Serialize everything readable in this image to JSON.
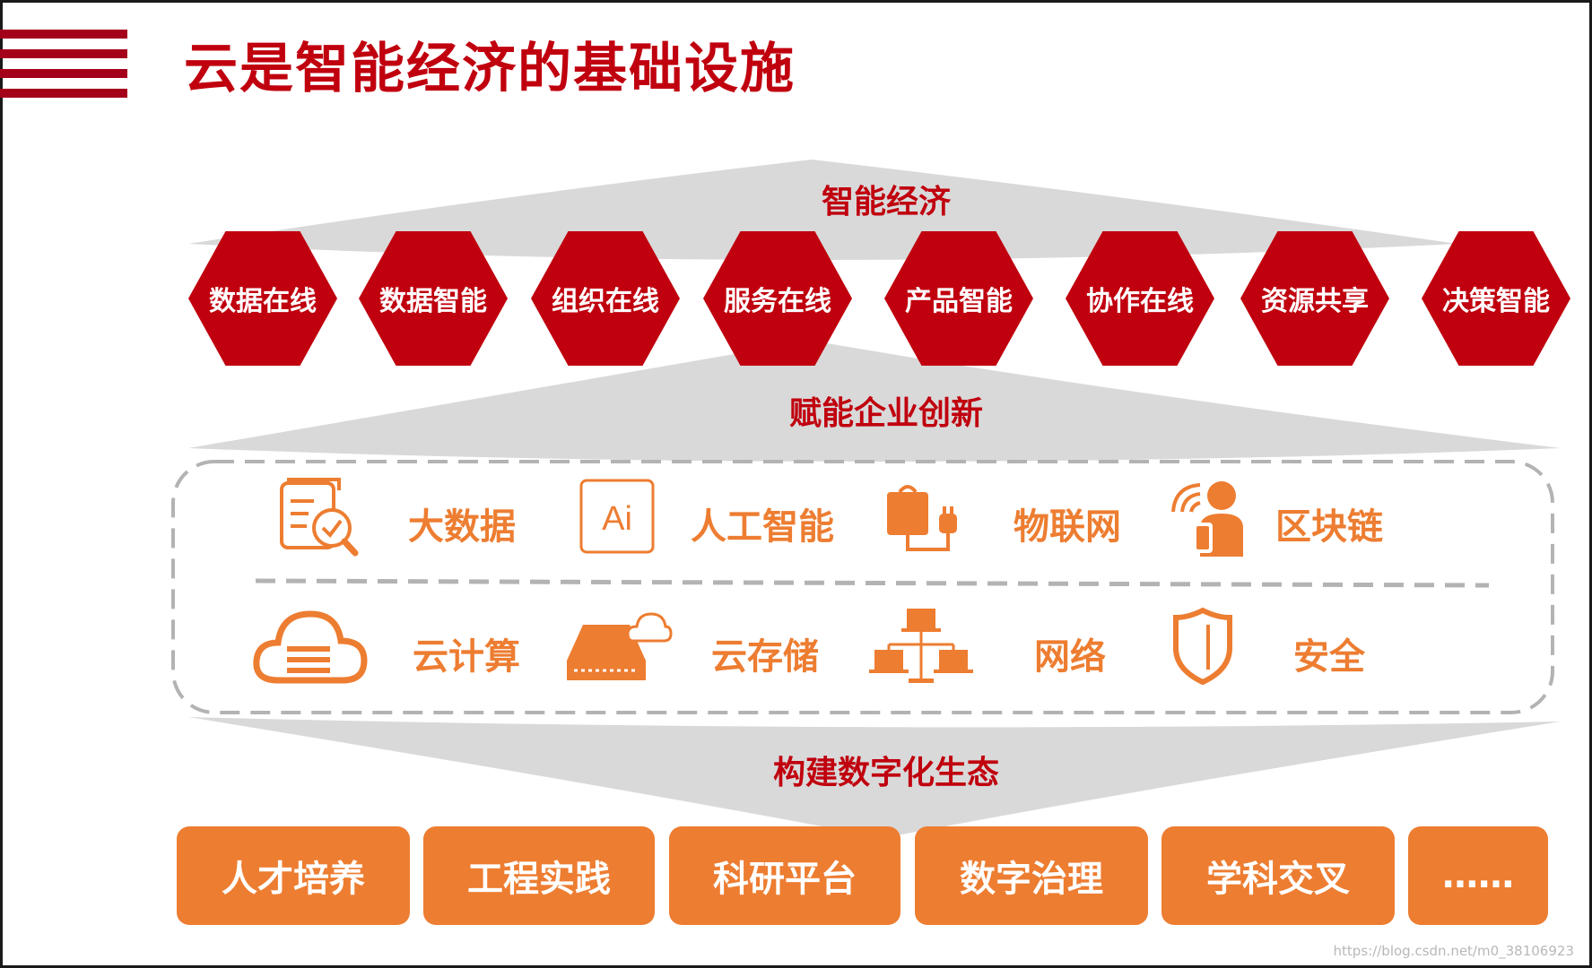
{
  "title": "云是智能经济的基础设施",
  "bands": {
    "top": "智能经济",
    "middle": "赋能企业创新",
    "bottom": "构建数字化生态"
  },
  "hexagons": [
    "数据在线",
    "数据智能",
    "组织在线",
    "服务在线",
    "产品智能",
    "协作在线",
    "资源共享",
    "决策智能"
  ],
  "tech_row1": [
    {
      "label": "大数据",
      "icon": "document-search-icon"
    },
    {
      "label": "人工智能",
      "icon": "ai-icon"
    },
    {
      "label": "物联网",
      "icon": "plug-device-icon"
    },
    {
      "label": "区块链",
      "icon": "person-wifi-icon"
    }
  ],
  "tech_row2": [
    {
      "label": "云计算",
      "icon": "cloud-icon"
    },
    {
      "label": "云存储",
      "icon": "cloud-storage-icon"
    },
    {
      "label": "网络",
      "icon": "network-icon"
    },
    {
      "label": "安全",
      "icon": "shield-icon"
    }
  ],
  "ai_icon_text": "Ai",
  "bottom_boxes": [
    "人才培养",
    "工程实践",
    "科研平台",
    "数字治理",
    "学科交叉",
    "……"
  ],
  "watermark": "https://blog.csdn.net/m0_38106923",
  "colors": {
    "red": "#c0000e",
    "orange": "#ed7d31",
    "gray": "#d9d9d9"
  }
}
